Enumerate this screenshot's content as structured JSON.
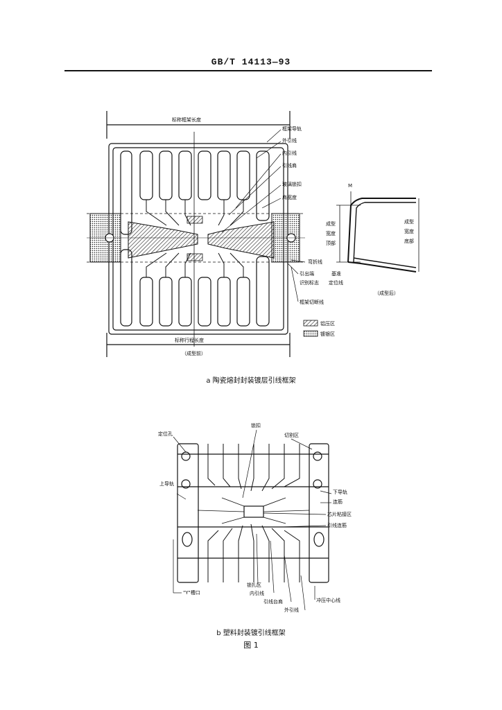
{
  "header": {
    "standard": "GB/T 14113—93"
  },
  "figure_a": {
    "caption": "a  陶瓷熔封封装镀层引线框架",
    "top_dim": "标称框架长度",
    "bottom_dim": "标称行程长度",
    "bottom_note": "（成型前）",
    "labels": {
      "frame_rail": "框架导轨",
      "outer_lead": "外引线",
      "inner_lead": "内引线",
      "lead_shoulder": "引线肩",
      "clamp": "玻璃锁扣",
      "shoulder_width": "肩宽度",
      "bend_line": "弯折线",
      "lead_exit": "引出端",
      "id_mark": "识别标志",
      "datum_line1": "基准",
      "datum_line2": "定位线",
      "frame_cut": "框架切断线",
      "form_label1": "成型",
      "form_label2": "宽度",
      "form_label3": "顶部",
      "form_r1": "成型",
      "form_r2": "宽度",
      "form_r3": "底部",
      "m_label": "M",
      "after_form": "（成型后）"
    },
    "legend": {
      "zone1": "铝压区",
      "zone2": "镀银区"
    }
  },
  "figure_b": {
    "caption": "b  塑料封装镀引线框架",
    "labels": {
      "locating_hole": "定位孔",
      "lock": "锁扣",
      "cut_zone": "切割区",
      "upper_rail": "上导轨",
      "lower_rail": "下导轨",
      "tie_bar": "连筋",
      "die_area": "芯片粘接区",
      "lead_link": "引线连筋",
      "y_slot": "\"Y\"槽口",
      "lock_zone": "锁扎区",
      "inner_lead": "内引线",
      "lead_shoulder": "引线台肩",
      "outer_lead": "外引线",
      "punch_center": "冲压中心线"
    }
  },
  "figure_title": "图 1"
}
